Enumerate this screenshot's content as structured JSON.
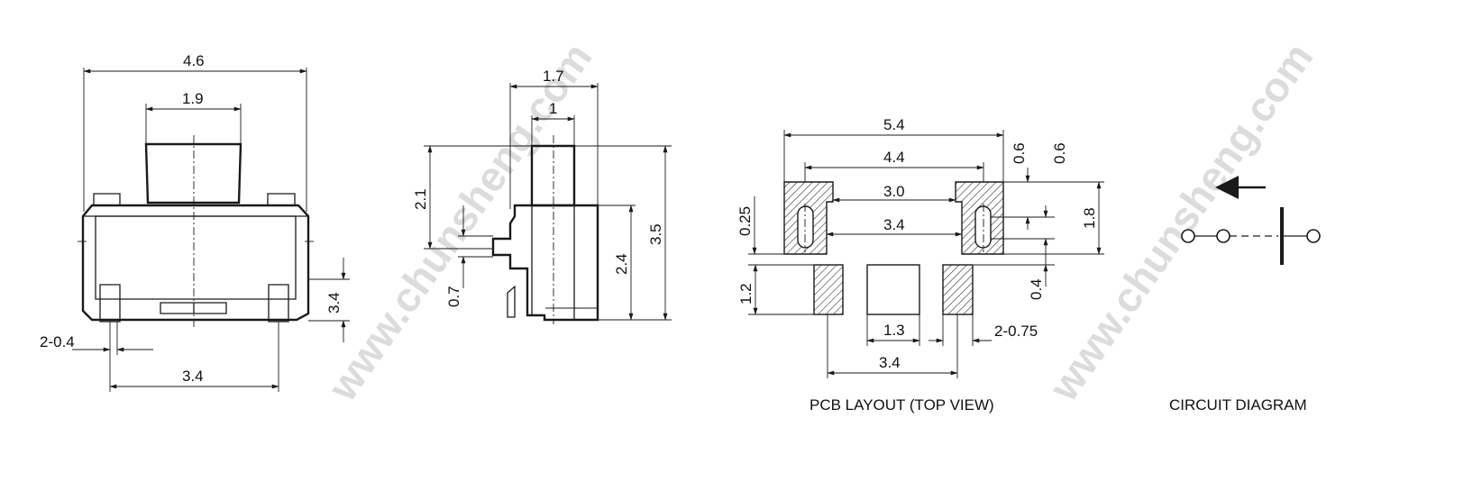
{
  "watermarks": [
    "www.chunsheng.com",
    "www.chunsheng.com"
  ],
  "front_view": {
    "dim_overall_width": "4.6",
    "dim_actuator_width": "1.9",
    "dim_pin_width": "2-0.4",
    "dim_pin_spacing": "3.4",
    "dim_body_height": "3.4"
  },
  "side_view": {
    "dim_depth": "1.7",
    "dim_actuator_depth": "1",
    "dim_actuator_height": "2.1",
    "dim_notch": "0.7",
    "dim_body_height": "2.4",
    "dim_total_height": "3.5"
  },
  "pcb_layout": {
    "dim_outer": "5.4",
    "dim_pad_center": "4.4",
    "dim_slot_inner": "3.0",
    "dim_slot_outer": "3.4",
    "dim_pad_top": "0.6",
    "dim_pad_right": "0.6",
    "dim_pad_height": "1.8",
    "dim_slot_width": "0.25",
    "dim_lower_pad_height": "1.2",
    "dim_gap": "0.4",
    "dim_lower_pad_width": "1.3",
    "dim_lower_pin_width": "2-0.75",
    "dim_lower_pitch": "3.4",
    "caption": "PCB LAYOUT (TOP VIEW)"
  },
  "circuit": {
    "caption": "CIRCUIT DIAGRAM"
  }
}
